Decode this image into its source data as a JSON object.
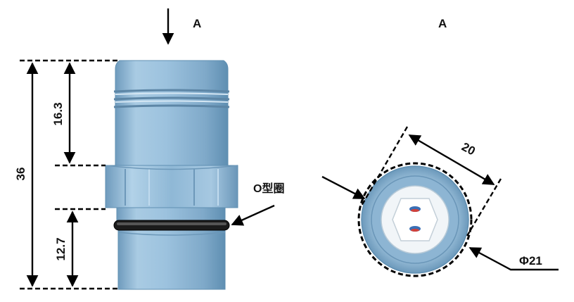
{
  "labels": {
    "view_a_left": "A",
    "view_a_right": "A",
    "dim_total_height": "36",
    "dim_upper_length": "16.3",
    "dim_lower_length": "12.7",
    "dim_hex_width": "20",
    "dim_diameter": "Φ21",
    "o_ring": "O型圈"
  },
  "colors": {
    "body": "#8db8d6",
    "body_light": "#b9d6ea",
    "body_dark": "#5f8fb2",
    "face": "#eef3f6",
    "o_ring": "#1a1a1a",
    "dimension_lines": "#000000",
    "pin_blue": "#3a6fb5",
    "pin_red": "#d0413b"
  },
  "icons": {
    "view_arrow": "arrow-down-icon",
    "leader_arrow": "arrow-right-icon"
  }
}
